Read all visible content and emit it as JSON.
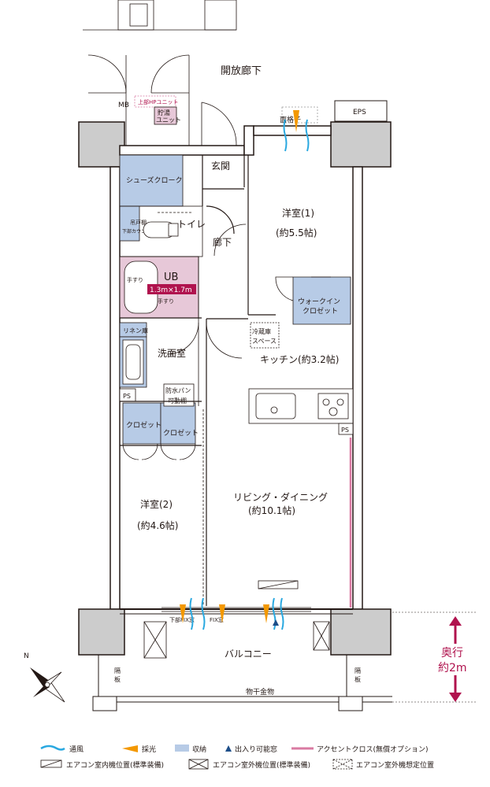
{
  "rooms": {
    "corridor": "開放廊下",
    "mb": "MB",
    "water_heater_unit": "上部HPユニット",
    "storage_unit": "貯湯\nユニット",
    "eps": "EPS",
    "grille": "面格子",
    "entrance": "玄関",
    "shoe_closet": "シューズクローク",
    "wall_cabinet": "吊戸棚",
    "lower_counter": "下部カウンター",
    "toilet": "トイレ",
    "hallway": "廊下",
    "ps1": "PS",
    "ub": "UB",
    "ub_size": "1.3m×1.7m",
    "handrail1": "手すり",
    "handrail2": "手すり",
    "linen": "リネン庫",
    "washroom": "洗面室",
    "ps2": "PS",
    "waterproof_pan": "防水パン",
    "movable_shelf": "可動棚",
    "closet1": "クロゼット",
    "closet2": "クロゼット",
    "western1": "洋室(1)",
    "western1_size": "(約5.5帖)",
    "walkin": "ウォークイン\nクロゼット",
    "fridge": "冷蔵庫\nスペース",
    "kitchen": "キッチン(約3.2帖)",
    "ps3": "PS",
    "western2": "洋室(2)",
    "western2_size": "(約4.6帖)",
    "living": "リビング・ダイニング",
    "living_size": "(約10.1帖)",
    "lower_fix": "下部FIX窓",
    "fix": "FIX窓",
    "balcony": "バルコニー",
    "partition1": "隔\n板",
    "partition2": "隔\n板",
    "laundry": "物干金物",
    "depth_label": "奥行",
    "depth_value": "約2m",
    "compass_n": "N"
  },
  "legend": [
    {
      "label": "通風",
      "symbol": "wave",
      "color": "#29a8e0"
    },
    {
      "label": "採光",
      "symbol": "triangle",
      "color": "#f39800"
    },
    {
      "label": "収納",
      "symbol": "box",
      "color": "#b7cbe6"
    },
    {
      "label": "出入り可能窓",
      "symbol": "arrow",
      "color": "#1d4e89"
    },
    {
      "label": "アクセントクロス(無償オプション)",
      "symbol": "line",
      "color": "#d97aa2"
    },
    {
      "label": "エアコン室内機位置(標準装備)",
      "symbol": "ac-in"
    },
    {
      "label": "エアコン室外機位置(標準装備)",
      "symbol": "ac-out"
    },
    {
      "label": "エアコン室外機想定位置",
      "symbol": "ac-out-dashed"
    }
  ],
  "colors": {
    "storage": "#b7cbe6",
    "bath": "#e7c8d8",
    "accent": "#d97aa2",
    "wind": "#29a8e0",
    "light": "#f39800",
    "door_window": "#1d4e89",
    "column": "#cccccc",
    "depth_arrow": "#b0134e"
  }
}
